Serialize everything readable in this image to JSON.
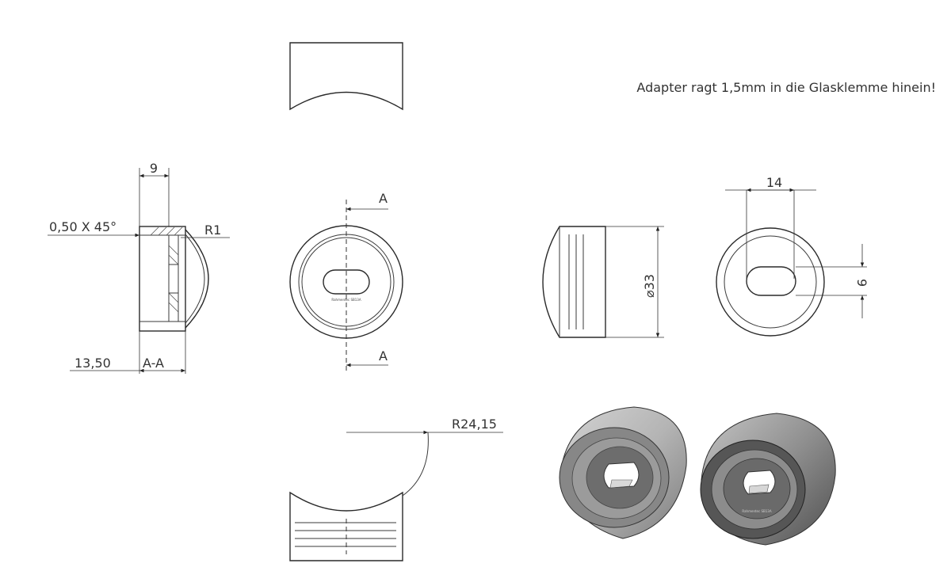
{
  "note": "Adapter ragt 1,5mm in die Glasklemme hinein!",
  "dims": {
    "d9_top": "9",
    "chamfer": "0,50 X 45°",
    "r1": "R1",
    "len": "13,50",
    "section": "A-A",
    "sectA_top": "A",
    "sectA_bottom": "A",
    "d14": "14",
    "dia33": "⌀33",
    "d9_side": "9",
    "r2415": "R24,15"
  },
  "engraving": "Rahmentec SB13A",
  "colors": {
    "line": "#3a3a3a",
    "render_light": "#a9a9a9",
    "render_dark": "#6f6f6f"
  }
}
